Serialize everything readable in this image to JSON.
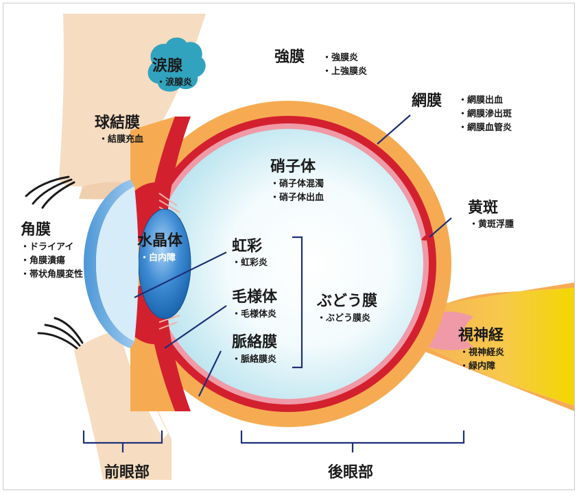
{
  "labels": {
    "lacrimal_gland": {
      "title": "涙腺",
      "diseases": [
        "・涙腺炎"
      ]
    },
    "conjunctiva": {
      "title": "球結膜",
      "diseases": [
        "・結膜充血"
      ]
    },
    "sclera": {
      "title": "強膜",
      "diseases": [
        "・強膜炎",
        "・上強膜炎"
      ]
    },
    "retina": {
      "title": "網膜",
      "diseases": [
        "・網膜出血",
        "・網膜滲出斑",
        "・網膜血管炎"
      ]
    },
    "vitreous": {
      "title": "硝子体",
      "diseases": [
        "・硝子体混濁",
        "・硝子体出血"
      ]
    },
    "macula": {
      "title": "黄斑",
      "diseases": [
        "・黄斑浮腫"
      ]
    },
    "cornea": {
      "title": "角膜",
      "diseases": [
        "・ドライアイ",
        "・角膜潰瘍",
        "・帯状角膜変性"
      ]
    },
    "lens": {
      "title": "水晶体",
      "diseases": [
        "・白内障"
      ]
    },
    "iris": {
      "title": "虹彩",
      "diseases": [
        "・虹彩炎"
      ]
    },
    "ciliary_body": {
      "title": "毛様体",
      "diseases": [
        "・毛様体炎"
      ]
    },
    "choroid": {
      "title": "脈絡膜",
      "diseases": [
        "・脈絡膜炎"
      ]
    },
    "uvea": {
      "title": "ぶどう膜",
      "diseases": [
        "・ぶどう膜炎"
      ]
    },
    "optic_nerve": {
      "title": "視神経",
      "diseases": [
        "・視神経炎",
        "・緑内障"
      ]
    }
  },
  "regions": {
    "anterior": "前眼部",
    "posterior": "後眼部"
  },
  "colors": {
    "skin": "#f6dcc0",
    "sclera": "#f6ab52",
    "retina_pink": "#ef9aa6",
    "choroid_red": "#d3202f",
    "vitreous_center": "#ffffff",
    "vitreous_edge": "#c6e9f1",
    "cornea_blue": "#5aa3dc",
    "lens_blue": "#1f6dbf",
    "line_navy": "#1c2f78",
    "nerve_yellow": "#f2d700"
  }
}
